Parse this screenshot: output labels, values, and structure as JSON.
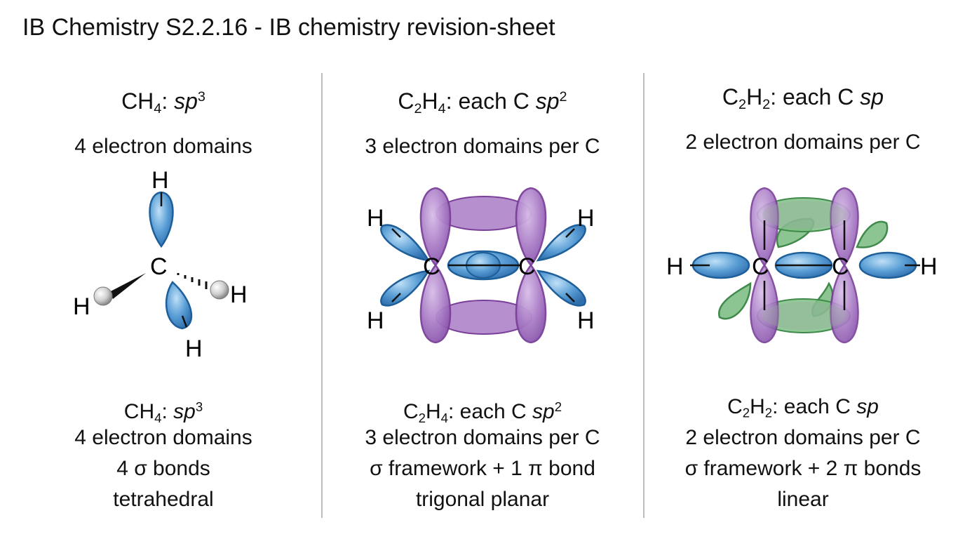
{
  "title": "IB Chemistry S2.2.16 - IB chemistry revision-sheet",
  "colors": {
    "sp_orbital": "#5b9fd6",
    "sp_outline": "#1f5f99",
    "p_orbital": "#a97cc6",
    "p_outline": "#7a3f99",
    "pi_green": "#7fbf86",
    "pi_green_outline": "#3f8a4a",
    "divider": "#bdbdbd"
  },
  "atoms": {
    "h": "H",
    "c": "C"
  },
  "panels": [
    {
      "formula_main": "CH",
      "formula_sub": "4",
      "sep": ": ",
      "hyb": "sp",
      "hyb_sup": "3",
      "domains": "4 electron domains",
      "foot_formula_main": "CH",
      "foot_formula_sub": "4",
      "foot_sep": ": ",
      "foot_hyb": "sp",
      "foot_hyb_sup": "3",
      "foot_domains": "4 electron domains",
      "bonds": "4 σ bonds",
      "shape": "tetrahedral"
    },
    {
      "formula_a": "C",
      "formula_a_sub": "2",
      "formula_b": "H",
      "formula_b_sub": "4",
      "sep": ": each C ",
      "hyb": "sp",
      "hyb_sup": "2",
      "domains": "3 electron domains per C",
      "foot_formula_a": "C",
      "foot_formula_a_sub": "2",
      "foot_formula_b": "H",
      "foot_formula_b_sub": "4",
      "foot_sep": ": each C ",
      "foot_hyb": "sp",
      "foot_hyb_sup": "2",
      "foot_domains": "3 electron domains per C",
      "bonds": "σ framework + 1 π bond",
      "shape": "trigonal planar"
    },
    {
      "formula_a": "C",
      "formula_a_sub": "2",
      "formula_b": "H",
      "formula_b_sub": "2",
      "sep": ": each C ",
      "hyb": "sp",
      "domains": "2 electron domains per C",
      "foot_formula_a": "C",
      "foot_formula_a_sub": "2",
      "foot_formula_b": "H",
      "foot_formula_b_sub": "2",
      "foot_sep": ": each C ",
      "foot_hyb": "sp",
      "foot_domains": "2 electron domains per C",
      "bonds": "σ framework + 2 π bonds",
      "shape": "linear"
    }
  ]
}
